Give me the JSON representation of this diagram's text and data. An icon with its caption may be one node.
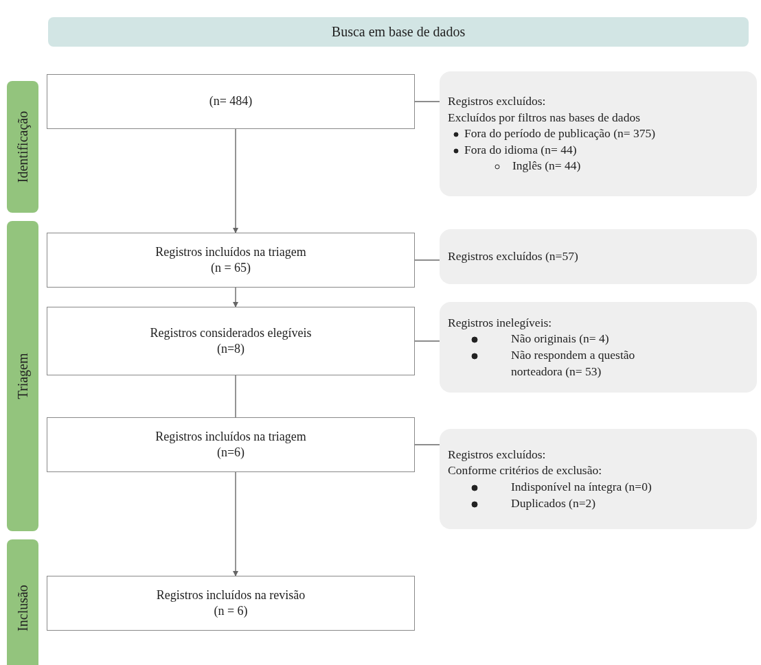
{
  "diagram": {
    "nodes": [
      {
        "text": [
          "Busca em base de dados"
        ]
      },
      {
        "text": [
          "Identificação"
        ]
      },
      {
        "text": [
          "Triagem"
        ]
      },
      {
        "text": [
          "Inclusão"
        ]
      },
      {
        "text": [
          "(n= 484)"
        ]
      },
      {
        "text": [
          "Registros excluídos:",
          "Excluídos por filtros nas bases de dados",
          "Fora do período de publicação (n= 375)",
          "Fora do idioma (n= 44)",
          "Inglês (n= 44)"
        ]
      },
      {
        "text": [
          "Registros incluídos na triagem",
          "(n = 65)"
        ]
      },
      {
        "text": [
          "Registros excluídos (n=57)"
        ]
      },
      {
        "text": [
          "Registros considerados elegíveis",
          "(n=8)"
        ]
      },
      {
        "text": [
          "Registros inelegíveis:",
          "Não originais (n= 4)",
          "Não respondem a questão norteadora (n= 53)"
        ]
      },
      {
        "text": [
          "Registros incluídos na triagem",
          "(n=6)"
        ]
      },
      {
        "text": [
          "Registros excluídos:",
          "Conforme critérios de exclusão:",
          "Indisponível na íntegra (n=0)",
          "Duplicados (n=2)"
        ]
      },
      {
        "text": [
          "Registros incluídos na revisão",
          "(n = 6)"
        ]
      }
    ],
    "edges": [
      {
        "from": 4,
        "to": 6,
        "arrow": "to"
      },
      {
        "from": 6,
        "to": 8,
        "arrow": "to"
      },
      {
        "from": 8,
        "to": 10,
        "arrow": "none"
      },
      {
        "from": 10,
        "to": 12,
        "arrow": "to"
      },
      {
        "from": 4,
        "to": 5,
        "arrow": "none"
      },
      {
        "from": 6,
        "to": 7,
        "arrow": "none"
      },
      {
        "from": 8,
        "to": 9,
        "arrow": "none"
      },
      {
        "from": 10,
        "to": 11,
        "arrow": "none"
      }
    ]
  }
}
